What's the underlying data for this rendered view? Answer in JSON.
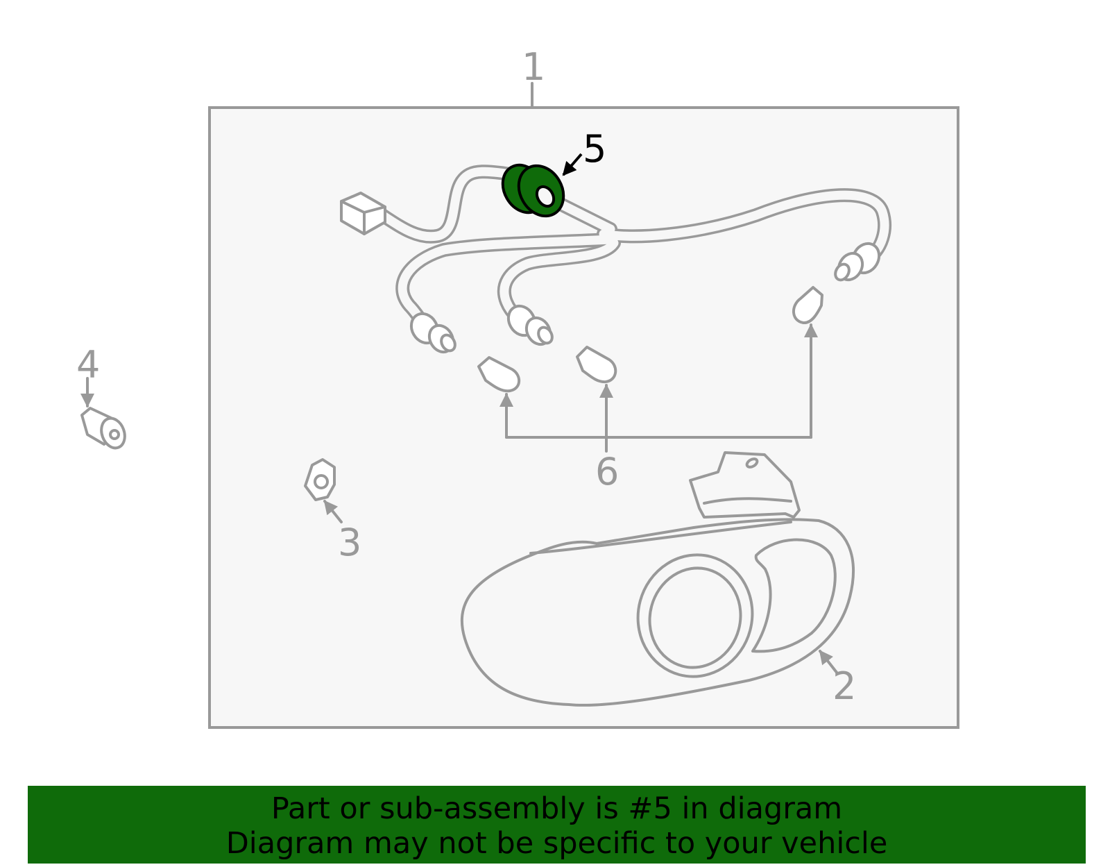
{
  "diagram": {
    "callouts": {
      "c1": "1",
      "c2": "2",
      "c3": "3",
      "c4": "4",
      "c5": "5",
      "c6": "6"
    },
    "highlighted_callout": "5",
    "colors": {
      "highlight_fill": "#0f6b0a",
      "line_gray": "#999999",
      "panel_bg": "#f7f7f7"
    }
  },
  "banner": {
    "line1": "Part or sub-assembly is #5 in diagram",
    "line2": "Diagram may not be specific to your vehicle",
    "background": "#0f6b0a"
  }
}
